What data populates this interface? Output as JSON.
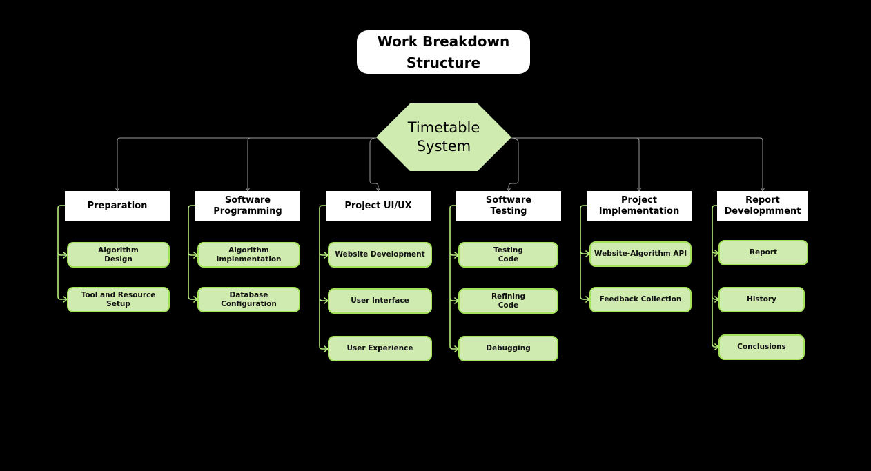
{
  "title": "Work Breakdown Structure",
  "root": "Timetable System",
  "colors": {
    "background": "#000000",
    "task_fill": "#d0ebb0",
    "task_border": "#a3e25a",
    "connector_gray": "#9a9a9a",
    "connector_green": "#b4ec7c"
  },
  "categories": [
    {
      "label": "Preparation",
      "tasks": [
        "Algorithm Design",
        "Tool and Resource Setup"
      ]
    },
    {
      "label": "Software Programming",
      "tasks": [
        "Algorithm Implementation",
        "Database Configuration"
      ]
    },
    {
      "label": "Project UI/UX",
      "tasks": [
        "Website Development",
        "User Interface",
        "User Experience"
      ]
    },
    {
      "label": "Software Testing",
      "tasks": [
        "Testing Code",
        "Refining Code",
        "Debugging"
      ]
    },
    {
      "label": "Project Implementation",
      "tasks": [
        "Website-Algorithm API",
        "Feedback Collection"
      ]
    },
    {
      "label": "Report Developmment",
      "tasks": [
        "Report",
        "History",
        "Conclusions"
      ]
    }
  ]
}
